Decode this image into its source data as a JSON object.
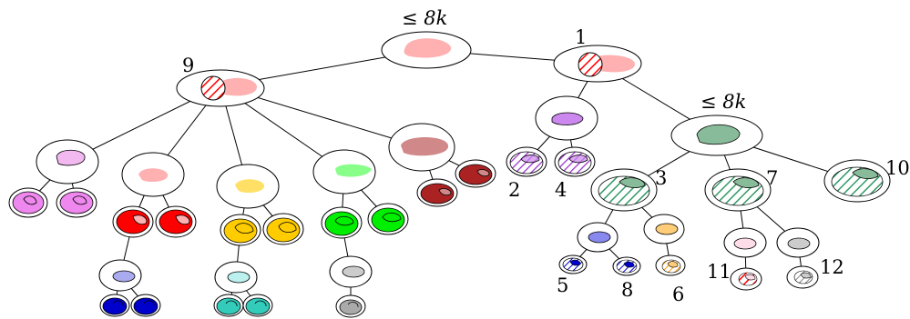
{
  "labels": {
    "root_bound": "≤ 8k",
    "right_bound": "≤ 8k",
    "n1": "1",
    "n2": "2",
    "n3": "3",
    "n4": "4",
    "n5": "5",
    "n6": "6",
    "n7": "7",
    "n8": "8",
    "n9": "9",
    "n10": "10",
    "n11": "11",
    "n12": "12"
  },
  "colors": {
    "pink": "#ffb0b0",
    "red_hatch": "#ff0000",
    "violet": "#cc88ee",
    "dark_green": "#88bb99",
    "hatch_green": "#339966",
    "light_pink": "#f2b8f0",
    "magenta": "#ee88ee",
    "red": "#ff0000",
    "yellow": "#ffe066",
    "gold": "#ffcc00",
    "lime": "#88ff88",
    "green": "#00ee00",
    "rose": "#d08888",
    "maroon": "#aa2222",
    "blue_light": "#8888ee",
    "blue": "#0000cc",
    "aqua_light": "#bbf0ee",
    "teal": "#33ccbb",
    "gray": "#cccccc",
    "orange": "#ffcc77",
    "pale_pink": "#ffdde8"
  }
}
